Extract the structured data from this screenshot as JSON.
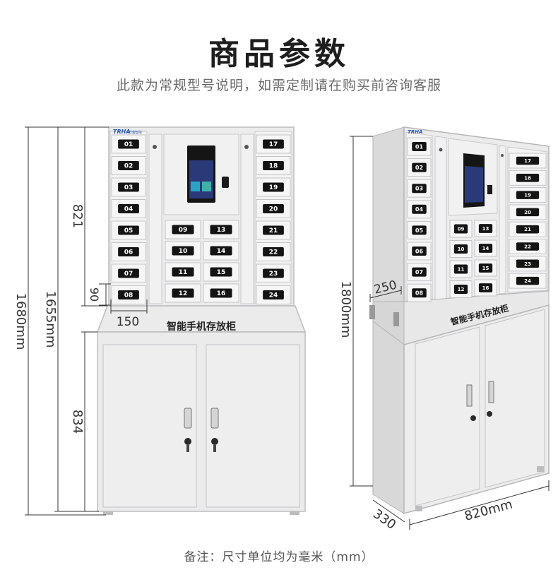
{
  "header": {
    "title": "商品参数",
    "subtitle": "此款为常规型号说明，如需定制请在购买前咨询客服"
  },
  "front_view": {
    "brand": "TRHA",
    "brand_sub": "天瑞智控",
    "cabinet_label": "智能手机存放柜",
    "left_doors": [
      "01",
      "02",
      "03",
      "04",
      "05",
      "06",
      "07",
      "08"
    ],
    "middle_doors_left": [
      "09",
      "10",
      "11",
      "12"
    ],
    "middle_doors_right": [
      "13",
      "14",
      "15",
      "16"
    ],
    "right_doors": [
      "17",
      "18",
      "19",
      "20",
      "21",
      "22",
      "23",
      "24"
    ],
    "dim_total": "1680mm",
    "dim_body": "1655mm",
    "dim_upper": "821",
    "dim_lower": "834",
    "dim_door_h": "90",
    "dim_door_w": "150"
  },
  "side_view": {
    "dim_height": "1800mm",
    "dim_depth_top": "250",
    "dim_depth": "330",
    "dim_width": "820mm",
    "cabinet_label": "智能手机存放柜",
    "left_doors": [
      "01",
      "02",
      "03",
      "04",
      "05",
      "06",
      "07",
      "08"
    ],
    "middle_doors_left": [
      "09",
      "10",
      "11",
      "12"
    ],
    "middle_doors_right": [
      "13",
      "14",
      "15",
      "16"
    ],
    "right_doors": [
      "17",
      "18",
      "19",
      "20",
      "21",
      "22",
      "23",
      "24"
    ]
  },
  "footer": {
    "note": "备注：尺寸单位均为毫米（mm）"
  },
  "colors": {
    "cabinet": "#e9e9ea",
    "cabinet_edge": "#b9b9bb",
    "door_plate": "#141414",
    "screen": "#1a2a5a"
  }
}
